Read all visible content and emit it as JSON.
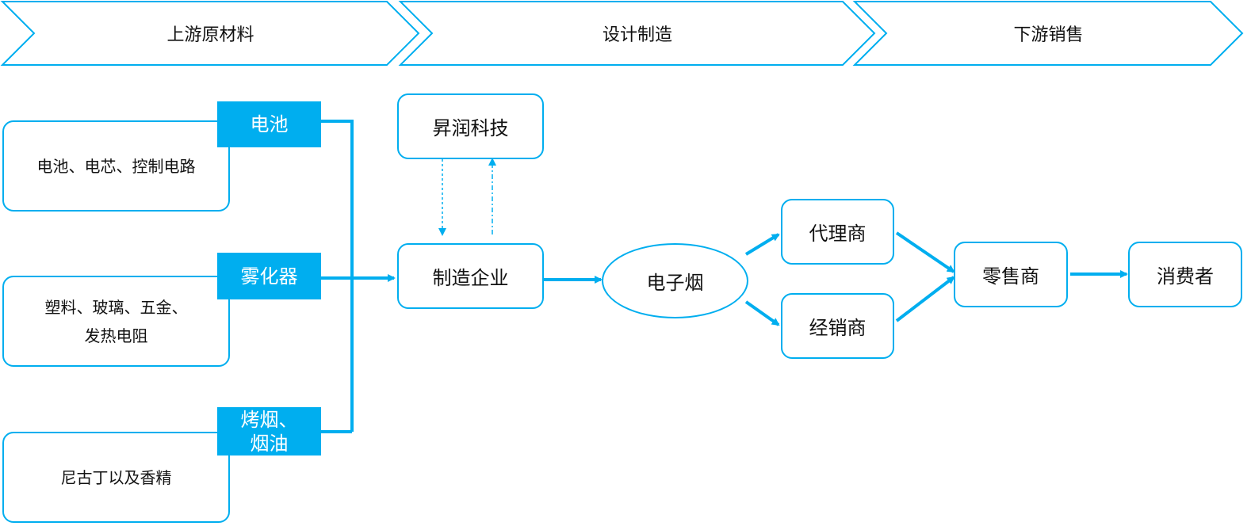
{
  "stages": [
    "上游原材料",
    "设计制造",
    "下游销售"
  ],
  "upstream": {
    "battery": {
      "tag": "电池",
      "items": [
        "电池、电芯、控制电路"
      ]
    },
    "atomizer": {
      "tag": "雾化器",
      "items": [
        "塑料、玻璃、五金、",
        "发热电阻"
      ]
    },
    "tobacco": {
      "tag": [
        "烤烟、",
        "烟油"
      ],
      "items": [
        "尼古丁以及香精"
      ]
    }
  },
  "midstream": {
    "partner": "昇润科技",
    "manufacturer": "制造企业",
    "product": "电子烟"
  },
  "downstream": {
    "agent": "代理商",
    "distributor": "经销商",
    "retailer": "零售商",
    "consumer": "消费者"
  },
  "colors": {
    "accent": "#00AEEF",
    "text": "#111111"
  }
}
